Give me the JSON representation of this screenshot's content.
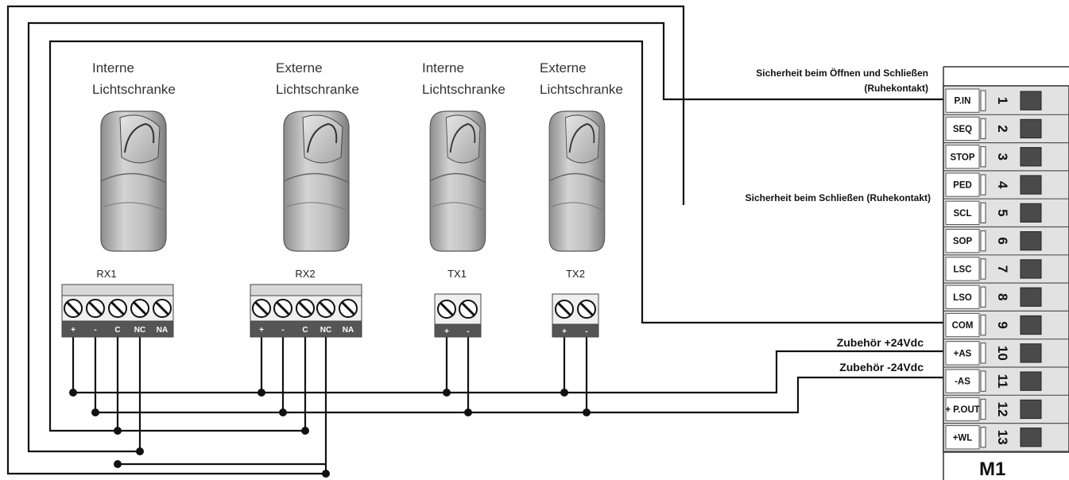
{
  "photocells": [
    {
      "line1": "Interne",
      "line2": "Lichtschranke",
      "device": "RX1",
      "pins": [
        "+",
        "-",
        "C",
        "NC",
        "NA"
      ]
    },
    {
      "line1": "Externe",
      "line2": "Lichtschranke",
      "device": "RX2",
      "pins": [
        "+",
        "-",
        "C",
        "NC",
        "NA"
      ]
    },
    {
      "line1": "Interne",
      "line2": "Lichtschranke",
      "device": "TX1",
      "pins": [
        "+",
        "-"
      ]
    },
    {
      "line1": "Externe",
      "line2": "Lichtschranke",
      "device": "TX2",
      "pins": [
        "+",
        "-"
      ]
    }
  ],
  "notes": {
    "safety_open_close_l1": "Sicherheit beim Öffnen und Schließen",
    "safety_open_close_l2": "(Ruhekontakt)",
    "safety_close": "Sicherheit beim Schließen (Ruhekontakt)",
    "acc_plus": "Zubehör +24Vdc",
    "acc_minus": "Zubehör -24Vdc"
  },
  "terminal_block": {
    "name": "M1",
    "terminals": [
      {
        "label": "P.IN",
        "num": "1"
      },
      {
        "label": "SEQ",
        "num": "2"
      },
      {
        "label": "STOP",
        "num": "3"
      },
      {
        "label": "PED",
        "num": "4"
      },
      {
        "label": "SCL",
        "num": "5"
      },
      {
        "label": "SOP",
        "num": "6"
      },
      {
        "label": "LSC",
        "num": "7"
      },
      {
        "label": "LSO",
        "num": "8"
      },
      {
        "label": "COM",
        "num": "9"
      },
      {
        "label": "+AS",
        "num": "10"
      },
      {
        "label": "-AS",
        "num": "11"
      },
      {
        "label": "+ P.OUT",
        "num": "12"
      },
      {
        "label": "+WL",
        "num": "13"
      }
    ]
  }
}
